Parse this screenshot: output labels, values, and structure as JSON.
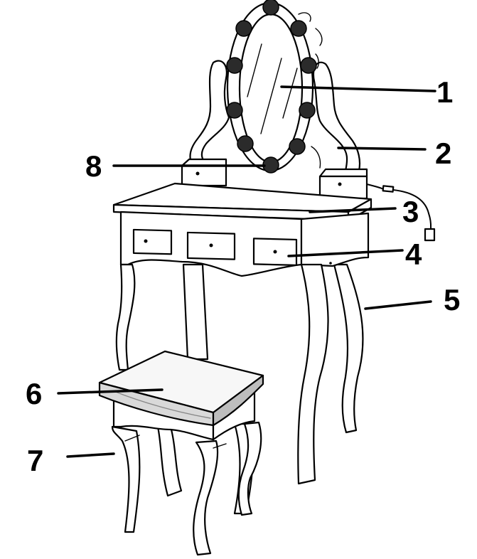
{
  "callouts": [
    {
      "id": 1,
      "label": "1"
    },
    {
      "id": 2,
      "label": "2"
    },
    {
      "id": 3,
      "label": "3"
    },
    {
      "id": 4,
      "label": "4"
    },
    {
      "id": 5,
      "label": "5"
    },
    {
      "id": 6,
      "label": "6"
    },
    {
      "id": 7,
      "label": "7"
    },
    {
      "id": 8,
      "label": "8"
    }
  ],
  "colors": {
    "line": "#000000",
    "background": "#ffffff",
    "bulb": "#2b2b2b",
    "cushion": "#d9d9d9"
  }
}
